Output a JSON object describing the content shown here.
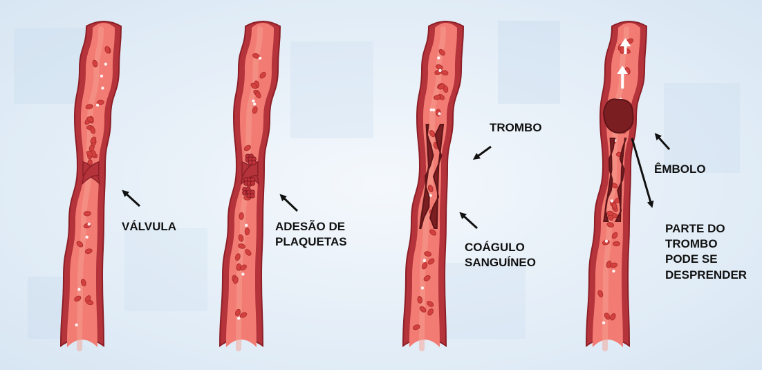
{
  "colors": {
    "background": "#ddeaf6",
    "vessel_wall": "#b5333a",
    "vessel_wall_dark": "#8c1f27",
    "lumen": "#f27b73",
    "lumen_light": "#f6a293",
    "blood_cell": "#d3413f",
    "clot": "#7a1e22",
    "clot_dark": "#5e1418",
    "arrow": "#111111",
    "arrow_flow": "#ffffff"
  },
  "panels": [
    {
      "id": "normal",
      "labels": [
        "VÁLVULA"
      ]
    },
    {
      "id": "platelets",
      "labels": [
        "ADESÃO DE",
        "PLAQUETAS"
      ]
    },
    {
      "id": "thrombus",
      "labels": [
        "TROMBO",
        "COÁGULO",
        "SANGUÍNEO"
      ]
    },
    {
      "id": "embolus",
      "labels": [
        "ÊMBOLO",
        "PARTE DO",
        "TROMBO",
        "PODE SE",
        "DESPRENDER"
      ]
    }
  ]
}
